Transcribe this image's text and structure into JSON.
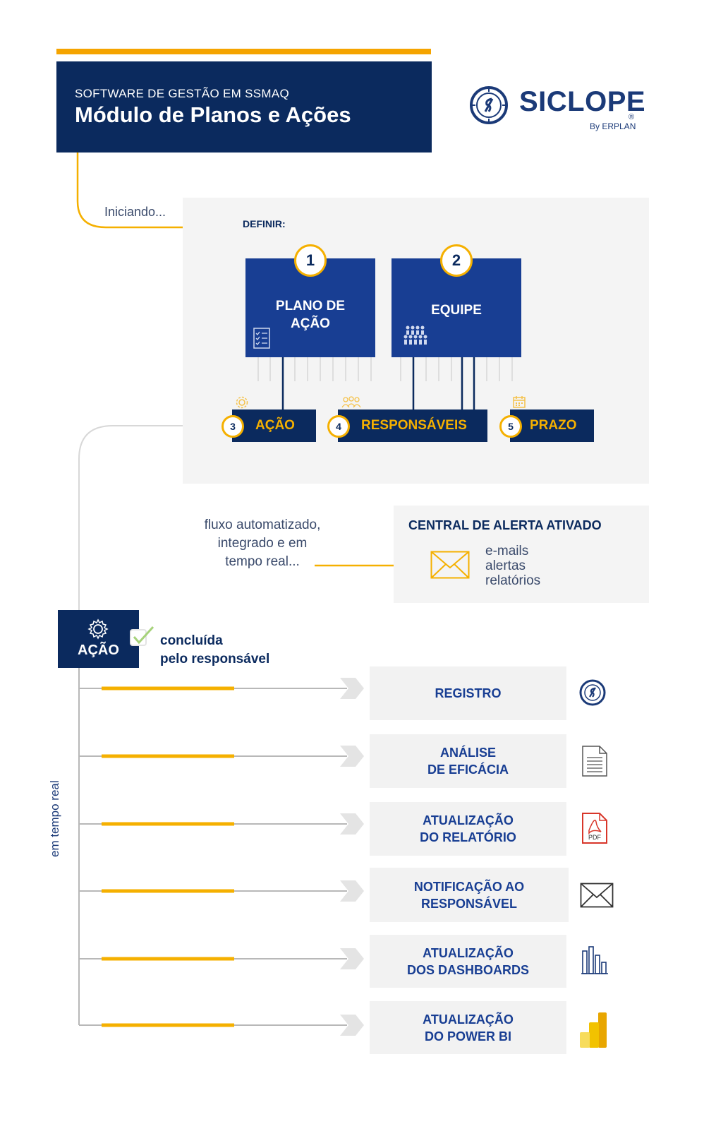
{
  "header": {
    "subtitle": "SOFTWARE DE GESTÃO EM SSMAQ",
    "title": "Módulo de Planos e Ações"
  },
  "logo": {
    "name": "SICLOPE",
    "by": "By ERPLAN",
    "registered": "®"
  },
  "intro": {
    "start_label": "Iniciando...",
    "define_label": "DEFINIR:"
  },
  "definir": {
    "box1": {
      "number": "1",
      "label_line1": "PLANO DE",
      "label_line2": "AÇÃO",
      "icon": "checklist-icon"
    },
    "box2": {
      "number": "2",
      "label": "EQUIPE",
      "icon": "team-icon"
    },
    "sub": [
      {
        "number": "3",
        "label": "AÇÃO",
        "icon": "gear-icon"
      },
      {
        "number": "4",
        "label": "RESPONSÁVEIS",
        "icon": "people-icon"
      },
      {
        "number": "5",
        "label": "PRAZO",
        "icon": "calendar-icon"
      }
    ]
  },
  "flow": {
    "line1": "fluxo automatizado,",
    "line2": "integrado e em",
    "line3": "tempo real..."
  },
  "alert": {
    "title": "CENTRAL DE ALERTA ATIVADO",
    "items": [
      "e-mails",
      "alertas",
      "relatórios"
    ]
  },
  "action": {
    "label": "AÇÃO",
    "status_line1": "concluída",
    "status_line2": "pelo responsável"
  },
  "realtime_label": "em tempo real",
  "steps": [
    {
      "line1": "REGISTRO",
      "line2": "",
      "icon": "siclope-icon"
    },
    {
      "line1": "ANÁLISE",
      "line2": "DE EFICÁCIA",
      "icon": "document-icon"
    },
    {
      "line1": "ATUALIZAÇÃO",
      "line2": "DO RELATÓRIO",
      "icon": "pdf-icon",
      "icon_text": "PDF"
    },
    {
      "line1": "NOTIFICAÇÃO AO",
      "line2": "RESPONSÁVEL",
      "icon": "envelope-icon"
    },
    {
      "line1": "ATUALIZAÇÃO",
      "line2": "DOS DASHBOARDS",
      "icon": "bar-chart-icon"
    },
    {
      "line1": "ATUALIZAÇÃO",
      "line2": "DO POWER BI",
      "icon": "power-bi-icon"
    }
  ],
  "colors": {
    "navy": "#183e93",
    "dark_navy": "#0b2a5e",
    "accent": "#f5a400",
    "panel": "#f4f4f4"
  }
}
